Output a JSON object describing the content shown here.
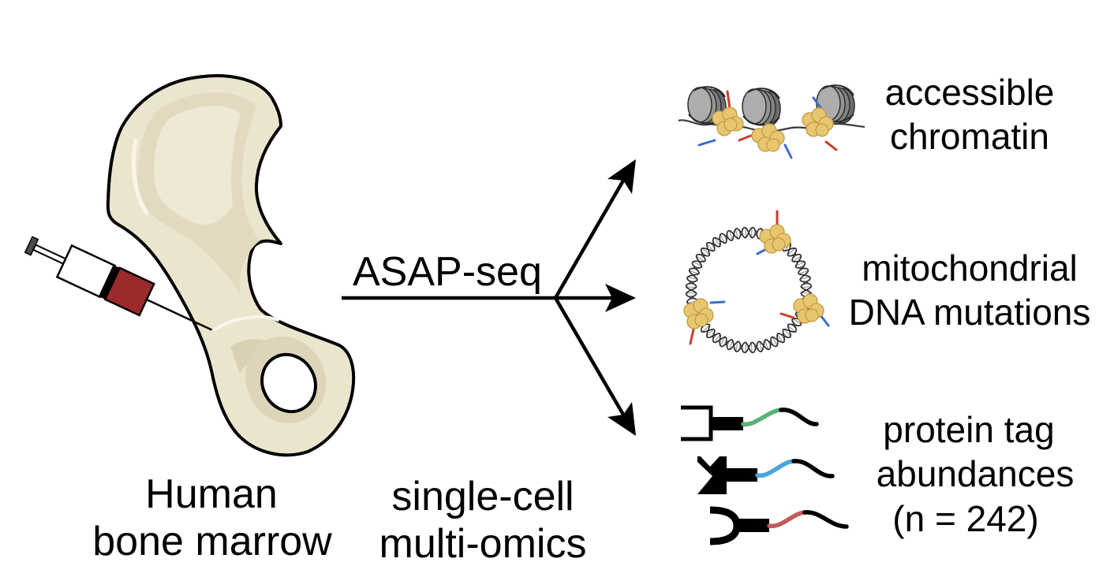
{
  "figure": {
    "input": {
      "lines": [
        "Human",
        "bone marrow"
      ]
    },
    "method": "ASAP-seq",
    "approach": {
      "lines": [
        "single-cell",
        "multi-omics"
      ]
    },
    "outputs": [
      {
        "lines": [
          "accessible",
          "chromatin"
        ]
      },
      {
        "lines": [
          "mitochondrial",
          "DNA mutations"
        ]
      },
      {
        "lines": [
          "protein tag",
          "abundances",
          "(n = 242)"
        ]
      }
    ]
  },
  "icons": {
    "input": "hip-bone-icon",
    "sampling": "syringe-icon",
    "output_1": "chromatin-icon",
    "output_2": "mitochondrial-dna-icon",
    "output_3": "antibody-tag-icon"
  },
  "colors": {
    "bone": "#ebe5cd",
    "syringe_blood": "#9c2a2a",
    "protein": "#e8c670",
    "tag_green": "#5bb274",
    "tag_blue": "#4aa5dc",
    "tag_red": "#c25b5b",
    "mark_red": "#c8402f",
    "mark_blue": "#3a6fc4"
  }
}
